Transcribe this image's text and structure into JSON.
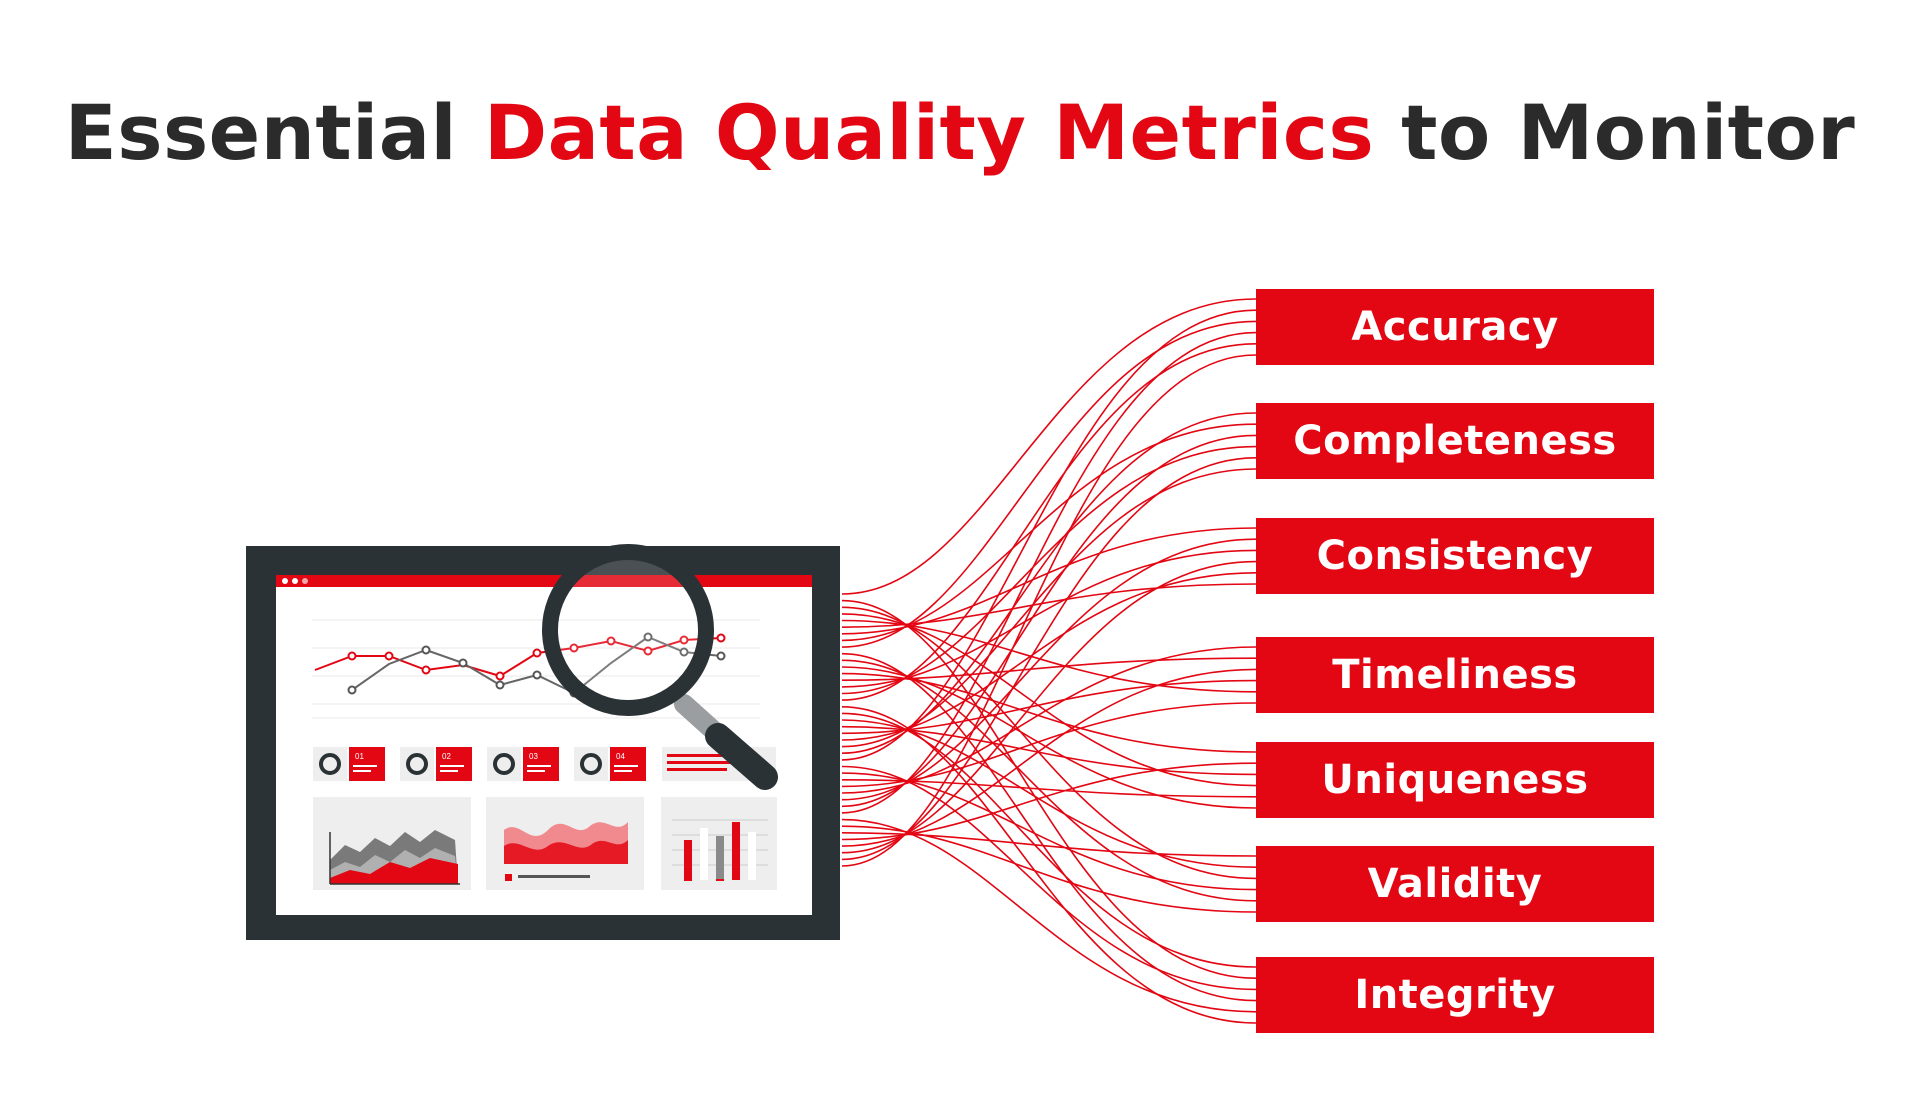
{
  "title": {
    "before": "Essential ",
    "highlight": "Data Quality Metrics",
    "after": " to Monitor"
  },
  "metrics": [
    {
      "label": "Accuracy"
    },
    {
      "label": "Completeness"
    },
    {
      "label": "Consistency"
    },
    {
      "label": "Timeliness"
    },
    {
      "label": "Uniqueness"
    },
    {
      "label": "Validity"
    },
    {
      "label": "Integrity"
    }
  ],
  "dashboard": {
    "kpi_cards": [
      "01",
      "02",
      "03",
      "04"
    ]
  },
  "colors": {
    "accent": "#e30613",
    "text": "#2b2b2b",
    "frame": "#2b3236"
  },
  "icons": [
    "magnifying-glass-icon"
  ]
}
